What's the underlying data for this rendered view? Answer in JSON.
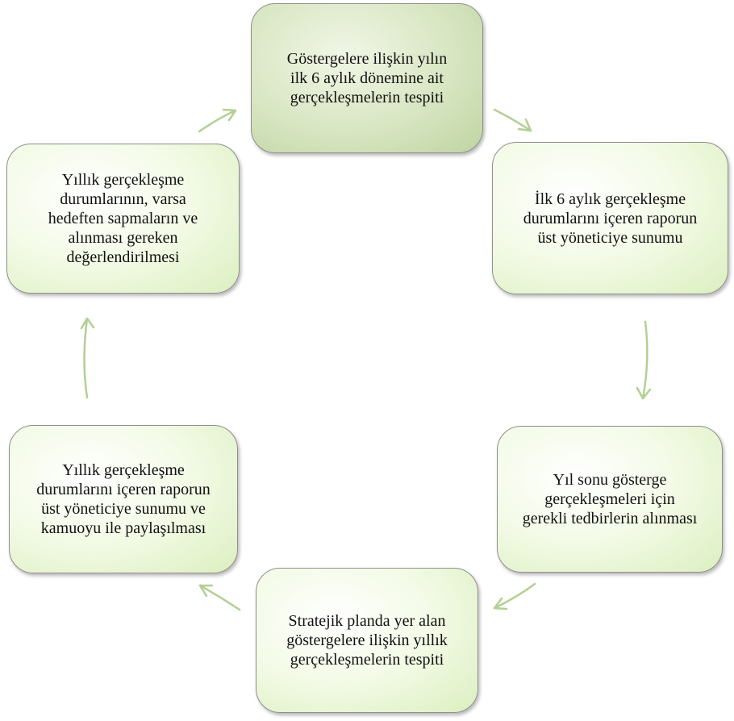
{
  "diagram": {
    "nodes": [
      {
        "id": "n1",
        "text": "Göstergelere ilişkin yılın\nilk 6 aylık dönemine ait\ngerçekleşmelerin tespiti"
      },
      {
        "id": "n2",
        "text": "İlk 6 aylık gerçekleşme\ndurumlarını içeren raporun\nüst yöneticiye  sunumu"
      },
      {
        "id": "n3",
        "text": "Yıl sonu gösterge\ngerçekleşmeleri için\ngerekli tedbirlerin alınması"
      },
      {
        "id": "n4",
        "text": "Stratejik planda yer alan\ngöstergelere ilişkin yıllık\ngerçekleşmelerin tespiti"
      },
      {
        "id": "n5",
        "text": "Yıllık gerçekleşme\ndurumlarını içeren raporun\nüst yöneticiye  sunumu ve\nkamuoyu ile paylaşılması"
      },
      {
        "id": "n6",
        "text": "Yıllık gerçekleşme\ndurumlarının, varsa\nhedeften sapmaların ve\nalınması gereken\ndeğerlendirilmesi"
      }
    ],
    "edges": [
      {
        "from": "n1",
        "to": "n2"
      },
      {
        "from": "n2",
        "to": "n3"
      },
      {
        "from": "n3",
        "to": "n4"
      },
      {
        "from": "n4",
        "to": "n5"
      },
      {
        "from": "n5",
        "to": "n6"
      },
      {
        "from": "n6",
        "to": "n1"
      }
    ],
    "colors": {
      "arrow": "#b3cf93",
      "border": "#8f8f8f",
      "fill_light": "#f4fbe8",
      "fill_first": "#d8e6c2"
    }
  }
}
